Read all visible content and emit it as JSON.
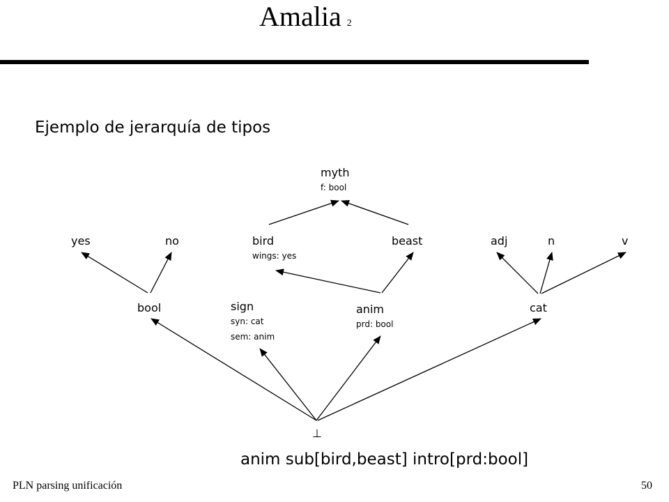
{
  "slide": {
    "title": "Amalia",
    "title_number": "2",
    "subtitle": "Ejemplo de jerarquía de tipos",
    "footer_left": "PLN  parsing unificación",
    "page_number": "50"
  },
  "diagram": {
    "nodes": {
      "myth": {
        "name": "myth",
        "attrs": [
          "f: bool"
        ]
      },
      "yes": {
        "name": "yes",
        "attrs": []
      },
      "no": {
        "name": "no",
        "attrs": []
      },
      "bird": {
        "name": "bird",
        "attrs": [
          "wings: yes"
        ]
      },
      "beast": {
        "name": "beast",
        "attrs": []
      },
      "adj": {
        "name": "adj",
        "attrs": []
      },
      "n": {
        "name": "n",
        "attrs": []
      },
      "v": {
        "name": "v",
        "attrs": []
      },
      "bool": {
        "name": "bool",
        "attrs": []
      },
      "sign": {
        "name": "sign",
        "attrs": [
          "syn: cat",
          "sem: anim"
        ]
      },
      "anim": {
        "name": "anim",
        "attrs": [
          "prd: bool"
        ]
      },
      "cat": {
        "name": "cat",
        "attrs": []
      },
      "bottom": {
        "name": "⊥",
        "attrs": []
      }
    },
    "edges": [
      {
        "from": "bird",
        "to": "myth"
      },
      {
        "from": "beast",
        "to": "myth"
      },
      {
        "from": "bool",
        "to": "yes"
      },
      {
        "from": "bool",
        "to": "no"
      },
      {
        "from": "anim",
        "to": "bird"
      },
      {
        "from": "anim",
        "to": "beast"
      },
      {
        "from": "cat",
        "to": "adj"
      },
      {
        "from": "cat",
        "to": "n"
      },
      {
        "from": "cat",
        "to": "v"
      },
      {
        "from": "bottom",
        "to": "bool"
      },
      {
        "from": "bottom",
        "to": "sign"
      },
      {
        "from": "bottom",
        "to": "anim"
      },
      {
        "from": "bottom",
        "to": "cat"
      }
    ],
    "definition": "anim sub[bird,beast] intro[prd:bool]"
  }
}
